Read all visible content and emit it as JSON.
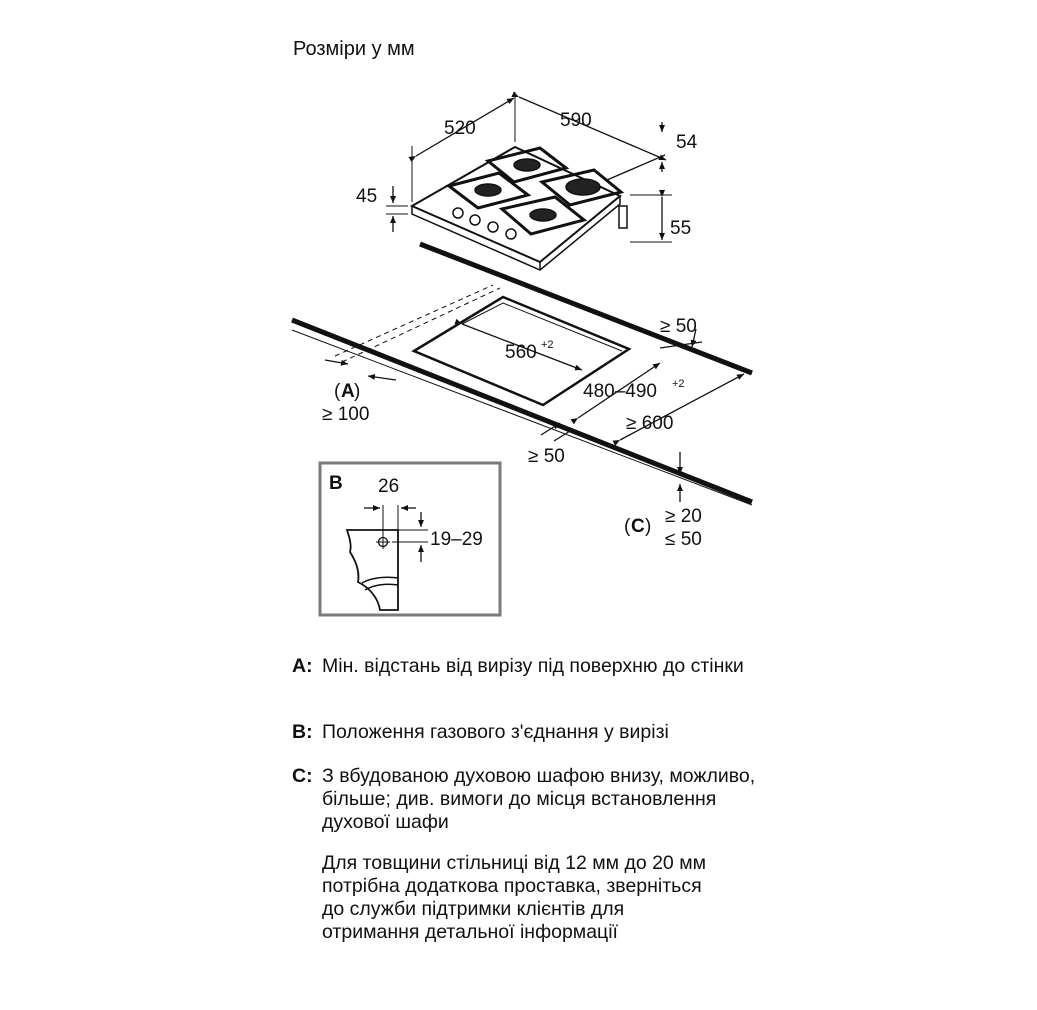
{
  "title": "Розміри у мм",
  "hob": {
    "depth": "520",
    "width": "590",
    "top_height": "54",
    "side_height": "45",
    "total_height": "55"
  },
  "cutout": {
    "width_main": "560",
    "width_tol": "+2",
    "depth_main": "480–490",
    "depth_tol": "+2",
    "back_gap": "≥ 50",
    "right_gap": "≥ 600",
    "front_gap": "≥ 50",
    "a_letter": "A",
    "a_gap": "≥ 100",
    "c_letter": "C",
    "c_min": "≥ 20",
    "c_max": "≤ 50"
  },
  "detail_b": {
    "letter": "B",
    "offset": "26",
    "height_range": "19–29"
  },
  "legend": [
    {
      "key": "A:",
      "text": "Мін. відстань від вирізу під поверхню до стінки"
    },
    {
      "key": "B:",
      "text": "Положення газового з'єднання у вирізі"
    },
    {
      "key": "C:",
      "text": "З вбудованою духовою шафою внизу, можливо, більше; див. вимоги до місця встановлення духової шафи"
    },
    {
      "key": "",
      "text": "Для товщини стільниці від 12 мм до 20 мм потрібна додаткова проставка, зверніться до служби підтримки клієнтів для отримання детальної інформації"
    }
  ]
}
